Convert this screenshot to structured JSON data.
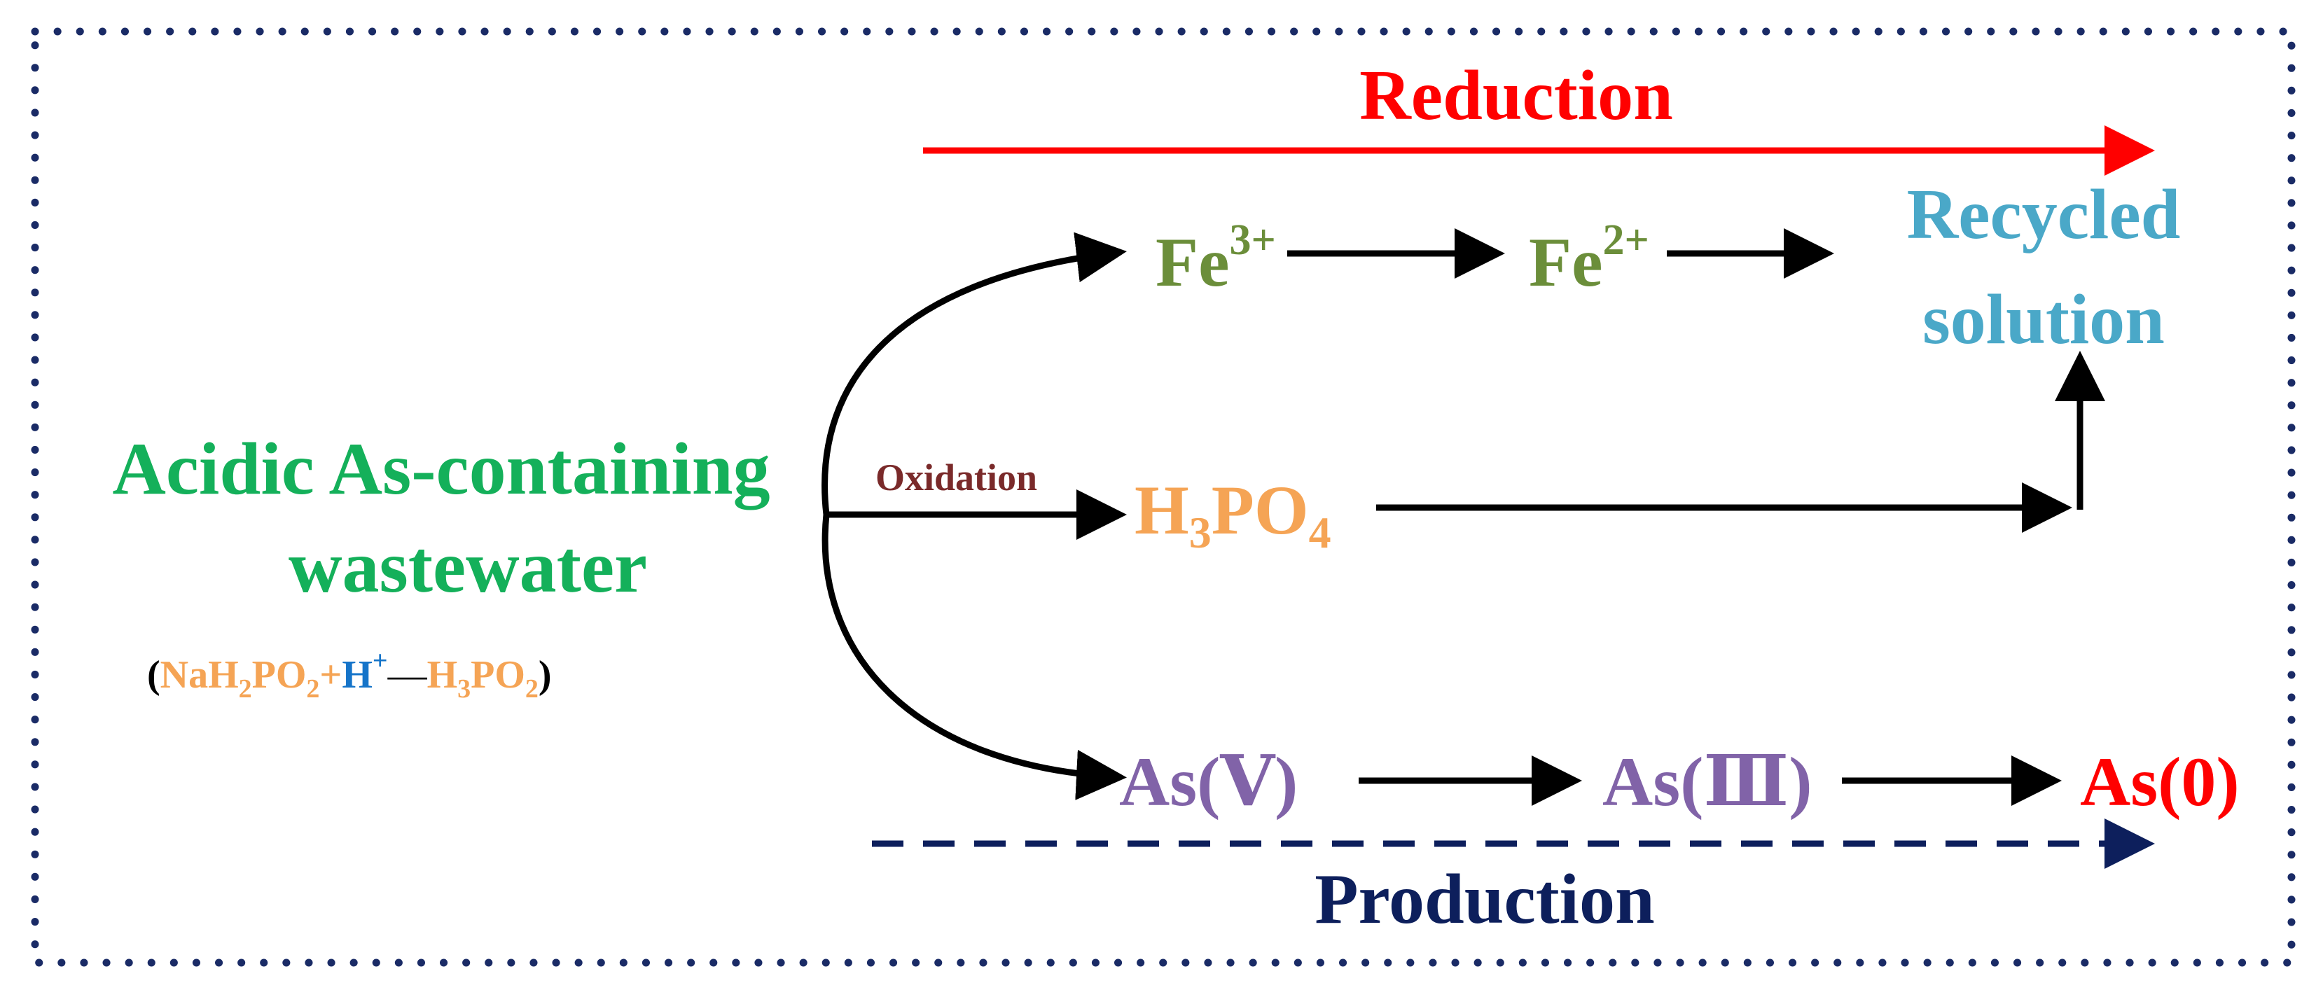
{
  "colors": {
    "border": "#1a2b66",
    "reduction": "#ff0000",
    "production": "#0d1f5c",
    "iron": "#6b8e3a",
    "recycled": "#4aa8c8",
    "source": "#14b05a",
    "phosphate": "#f5a455",
    "proton": "#1574c9",
    "oxidation": "#7a2a2a",
    "arsenic": "#8163a8",
    "arsenic_final": "#ff0000",
    "arrow": "#000000"
  },
  "labels": {
    "reduction": "Reduction",
    "production": "Production",
    "oxidation": "Oxidation",
    "source_line1": "Acidic As-containing",
    "source_line2": "wastewater",
    "recycled_line1": "Recycled",
    "recycled_line2": "solution"
  },
  "species": {
    "fe3": {
      "base": "Fe",
      "sup": "3+"
    },
    "fe2": {
      "base": "Fe",
      "sup": "2+"
    },
    "h3po4": {
      "p1": "H",
      "s1": "3",
      "p2": "PO",
      "s2": "4"
    },
    "as5": "As(Ⅴ)",
    "as3": "As(Ⅲ)",
    "as0": "As(0)"
  },
  "equation": {
    "open": "(",
    "nah2po2_a": "NaH",
    "nah2po2_s1": "2",
    "nah2po2_b": "PO",
    "nah2po2_s2": "2",
    "plus": "+",
    "h": "H",
    "h_sup": "+",
    "dash": "—",
    "h3po2_a": "H",
    "h3po2_s1": "3",
    "h3po2_b": "PO",
    "h3po2_s2": "2",
    "close": ")"
  }
}
